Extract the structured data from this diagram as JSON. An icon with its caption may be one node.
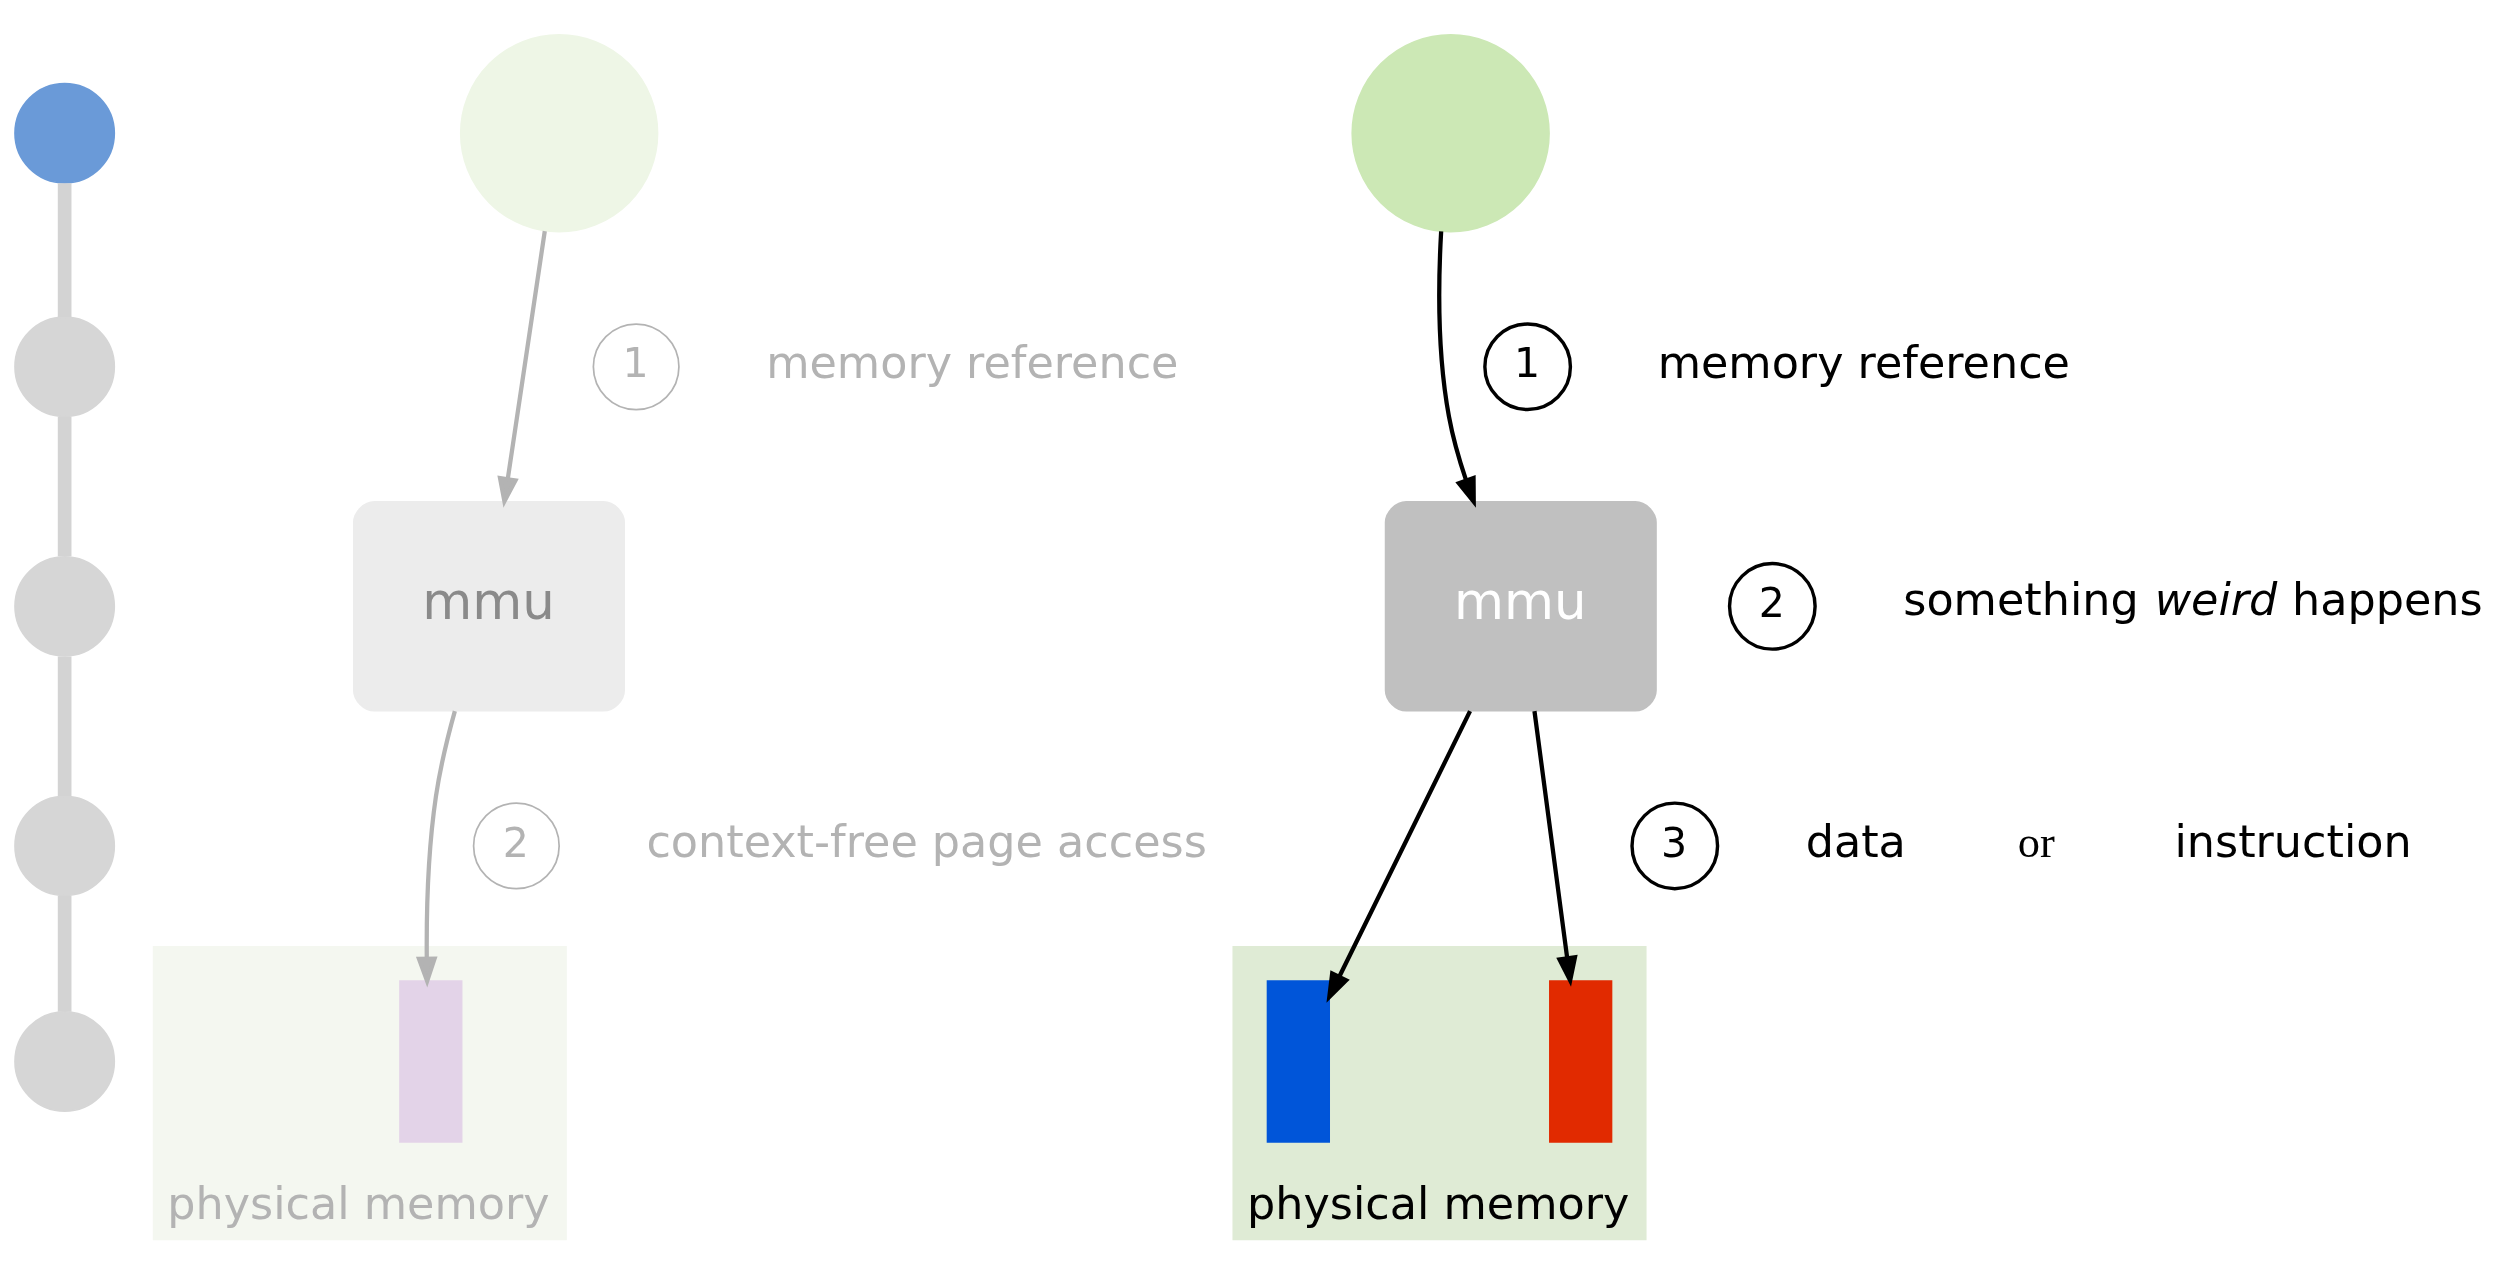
{
  "diagram": {
    "nodes": [
      {
        "text": [],
        "shape": "circle"
      },
      {
        "text": [],
        "shape": "circle"
      },
      {
        "text": [],
        "shape": "circle"
      },
      {
        "text": [],
        "shape": "circle"
      },
      {
        "text": [],
        "shape": "circle"
      },
      {
        "text": [],
        "shape": "circle"
      },
      {
        "text": [
          "mmu"
        ]
      },
      {
        "text": [
          "physical memory"
        ]
      },
      {
        "text": [],
        "shape": "bar",
        "in": 7
      },
      {
        "text": [
          "1"
        ],
        "beside": [
          "memory reference"
        ]
      },
      {
        "text": [
          "2"
        ],
        "beside": [
          "context-free page access"
        ]
      },
      {
        "text": [],
        "shape": "circle"
      },
      {
        "text": [
          "mmu"
        ]
      },
      {
        "text": [
          "physical memory"
        ]
      },
      {
        "text": [],
        "shape": "bar",
        "in": 13
      },
      {
        "text": [],
        "shape": "bar",
        "in": 13
      },
      {
        "text": [
          "1"
        ],
        "beside": [
          "memory reference"
        ]
      },
      {
        "text": [
          "2"
        ],
        "beside": [
          "something *weird* happens"
        ]
      },
      {
        "text": [
          "3"
        ],
        "beside": [
          "data"
        ]
      }
    ],
    "edges": [
      {
        "from": 0,
        "to": 1,
        "arrow": "none",
        "style": "thick",
        "color": "#d3d3d3"
      },
      {
        "from": 1,
        "to": 2,
        "arrow": "none",
        "style": "thick",
        "color": "#d3d3d3"
      },
      {
        "from": 2,
        "to": 3,
        "arrow": "none",
        "style": "thick",
        "color": "#d3d3d3"
      },
      {
        "from": 3,
        "to": 4,
        "arrow": "none",
        "style": "thick",
        "color": "#d3d3d3"
      },
      {
        "from": 5,
        "to": 6,
        "arrow": "to",
        "color": "#b3b3b3"
      },
      {
        "from": 6,
        "to": 8,
        "arrow": "to",
        "color": "#b3b3b3"
      },
      {
        "from": 11,
        "to": 12,
        "arrow": "to",
        "color": "#000000"
      },
      {
        "from": 12,
        "to": 14,
        "arrow": "to",
        "color": "#000000"
      },
      {
        "from": 12,
        "to": 15,
        "arrow": "to",
        "color": "#000000"
      }
    ],
    "labels": [
      "or",
      "instruction"
    ]
  }
}
